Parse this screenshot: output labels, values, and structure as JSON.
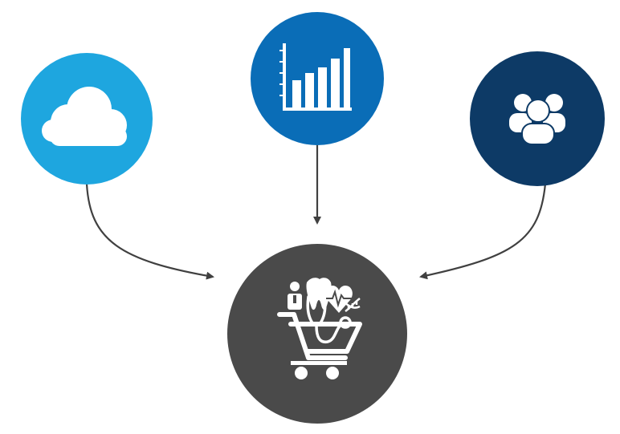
{
  "nodes": {
    "cloud": {
      "icon": "cloud-icon",
      "color": "#1ea6df"
    },
    "analytics": {
      "icon": "bar-chart-icon",
      "color": "#0a6db7"
    },
    "people": {
      "icon": "people-group-icon",
      "color": "#0d3a66"
    },
    "healthcare_cart": {
      "icon": "medical-shopping-cart-icon",
      "color": "#4a4a4a"
    }
  },
  "connector_color": "#404040",
  "connections": [
    {
      "from": "cloud",
      "to": "healthcare_cart"
    },
    {
      "from": "analytics",
      "to": "healthcare_cart"
    },
    {
      "from": "people",
      "to": "healthcare_cart"
    }
  ]
}
